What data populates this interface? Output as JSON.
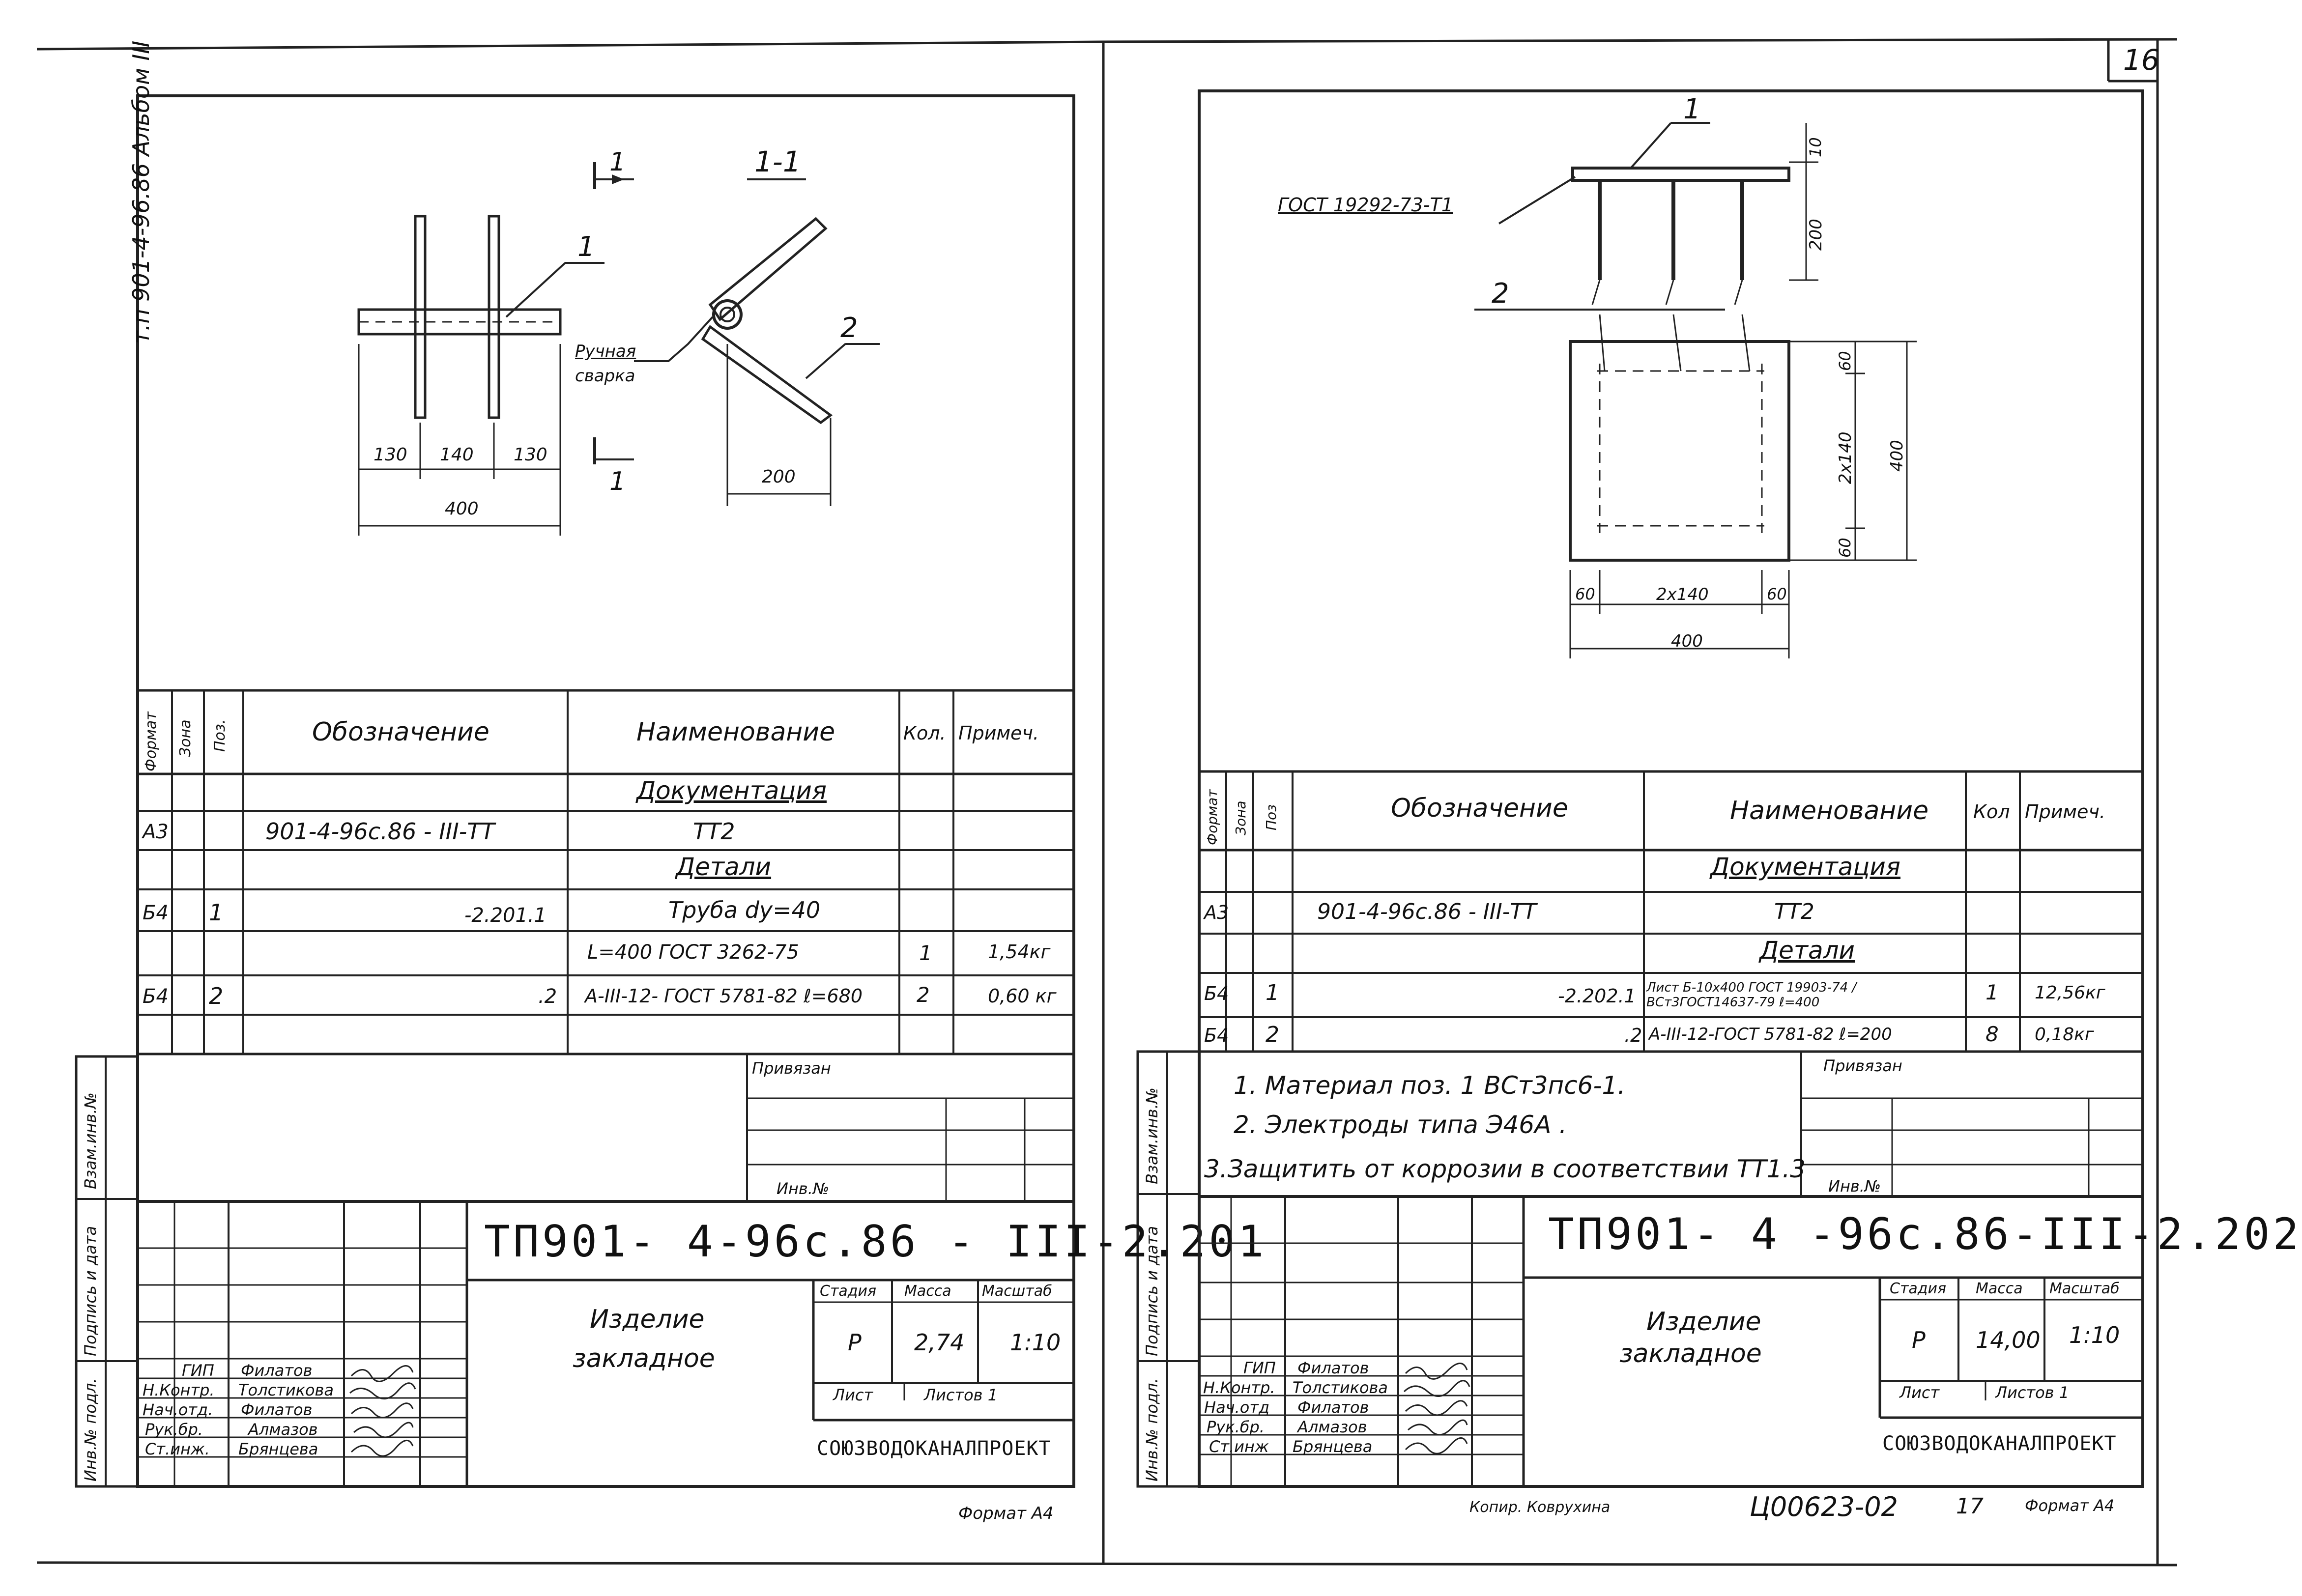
{
  "page_number": "16",
  "left_sheet": {
    "side_album": "т.п 901-4-96.86   Альбом III",
    "drawing": {
      "section_marker": "1",
      "section_title": "1-1",
      "leader_1": "1",
      "leader_2": "2",
      "weld_note_line1": "Ручная",
      "weld_note_line2": "сварка",
      "dim_a": "130",
      "dim_b": "140",
      "dim_c": "130",
      "dim_total": "400",
      "dim_arm": "200"
    },
    "spec_headers": {
      "format": "Формат",
      "zone": "Зона",
      "pos": "Поз.",
      "designation": "Обозначение",
      "name": "Наименование",
      "qty": "Кол.",
      "note": "Примеч."
    },
    "spec_rows": [
      {
        "format": "",
        "pos": "",
        "designation": "",
        "name": "Документация",
        "qty": "",
        "note": ""
      },
      {
        "format": "А3",
        "pos": "",
        "designation": "901-4-96с.86 - III-ТТ",
        "name": "ТТ2",
        "qty": "",
        "note": ""
      },
      {
        "format": "",
        "pos": "",
        "designation": "",
        "name": "Детали",
        "qty": "",
        "note": ""
      },
      {
        "format": "Б4",
        "pos": "1",
        "designation": "-2.201.1",
        "name": "Труба dу=40",
        "qty": "",
        "note": ""
      },
      {
        "format": "",
        "pos": "",
        "designation": "",
        "name": "L=400     ГОСТ 3262-75",
        "qty": "1",
        "note": "1,54кг"
      },
      {
        "format": "Б4",
        "pos": "2",
        "designation": ".2",
        "name": "А-III-12- ГОСТ 5781-82  ℓ=680",
        "qty": "2",
        "note": "0,60 кг"
      }
    ],
    "notes": [],
    "privyazan": "Привязан",
    "inv_no": "Инв.№",
    "side_labels": [
      "Взам.инв.№",
      "Подпись и дата",
      "Инв.№ подл."
    ],
    "title_code": "ТП901- 4-96с.86 - III-2.201",
    "product_name_1": "Изделие",
    "product_name_2": "закладное",
    "stage_header": "Стадия",
    "mass_header": "Масса",
    "scale_header": "Масштаб",
    "stage": "Р",
    "mass": "2,74",
    "scale": "1:10",
    "sheet_label": "Лист",
    "sheets_label": "Листов  1",
    "organization": "СОЮЗВОДОКАНАЛПРОЕКТ",
    "roles": [
      {
        "role": "ГИП",
        "name": "Филатов"
      },
      {
        "role": "Н.Контр.",
        "name": "Толстикова"
      },
      {
        "role": "Нач.отд.",
        "name": "Филатов"
      },
      {
        "role": "Рук.бр.",
        "name": "Алмазов"
      },
      {
        "role": "Ст.инж.",
        "name": "Брянцева"
      }
    ],
    "format": "Формат А4"
  },
  "right_sheet": {
    "drawing": {
      "gost_note": "ГОСТ 19292-73-Т1",
      "leader_1": "1",
      "leader_2": "2",
      "dim_thk": "10",
      "dim_h": "200",
      "dim_60a": "60",
      "dim_2x140v": "2х140",
      "dim_400v": "400",
      "dim_60b": "60",
      "dim_60c": "60",
      "dim_2x140h": "2х140",
      "dim_60d": "60",
      "dim_400h": "400"
    },
    "spec_headers": {
      "format": "Формат",
      "zone": "Зона",
      "pos": "Поз",
      "designation": "Обозначение",
      "name": "Наименование",
      "qty": "Кол",
      "note": "Примеч."
    },
    "spec_rows": [
      {
        "format": "",
        "pos": "",
        "designation": "",
        "name": "Документация",
        "qty": "",
        "note": ""
      },
      {
        "format": "А3",
        "pos": "",
        "designation": "901-4-96с.86 - III-ТТ",
        "name": "ТТ2",
        "qty": "",
        "note": ""
      },
      {
        "format": "",
        "pos": "",
        "designation": "",
        "name": "Детали",
        "qty": "",
        "note": ""
      },
      {
        "format": "Б4",
        "pos": "1",
        "designation": "-2.202.1",
        "name": "Лист Б-10х400 ГОСТ 19903-74 / ВСт3ГОСТ14637-79  ℓ=400",
        "qty": "1",
        "note": "12,56кг"
      },
      {
        "format": "Б4",
        "pos": "2",
        "designation": ".2",
        "name": "А-III-12-ГОСТ 5781-82  ℓ=200",
        "qty": "8",
        "note": "0,18кг"
      }
    ],
    "notes": [
      "1. Материал поз. 1  ВСт3пс6-1.",
      "2. Электроды типа Э46А .",
      "3.Защитить от коррозии в соответствии ТТ1.3"
    ],
    "privyazan": "Привязан",
    "inv_no": "Инв.№",
    "side_labels": [
      "Взам.инв.№",
      "Подпись и дата",
      "Инв.№ подл."
    ],
    "title_code": "ТП901- 4 -96с.86-III-2.202",
    "product_name_1": "Изделие",
    "product_name_2": "закладное",
    "stage_header": "Стадия",
    "mass_header": "Масса",
    "scale_header": "Масштаб",
    "stage": "Р",
    "mass": "14,00",
    "scale": "1:10",
    "sheet_label": "Лист",
    "sheets_label": "Листов 1",
    "organization": "СОЮЗВОДОКАНАЛПРОЕКТ",
    "roles": [
      {
        "role": "ГИП",
        "name": "Филатов"
      },
      {
        "role": "Н.Контр.",
        "name": "Толстикова"
      },
      {
        "role": "Нач.отд",
        "name": "Филатов"
      },
      {
        "role": "Рук.бр.",
        "name": "Алмазов"
      },
      {
        "role": "Ст.инж",
        "name": "Брянцева"
      }
    ],
    "copy_note": "Копир. Коврухина",
    "order_no": "Ц00623-02",
    "sheet_no": "17",
    "format": "Формат А4"
  }
}
